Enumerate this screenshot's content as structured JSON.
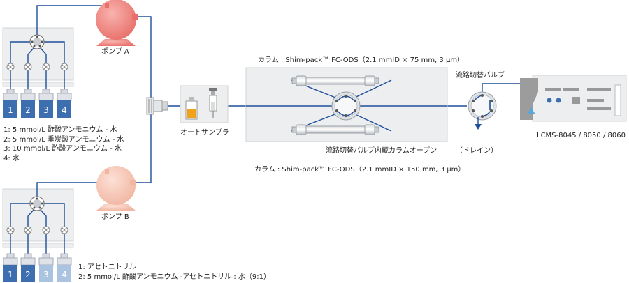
{
  "pump_a": {
    "label": "ポンプ A"
  },
  "pump_b": {
    "label": "ポンプ B"
  },
  "autosampler": {
    "label": "オートサンプラ"
  },
  "column_top": {
    "label": "カラム : Shim-pack™ FC-ODS（2.1 mmID × 75 mm, 3 μm）"
  },
  "column_bottom": {
    "label": "カラム : Shim-pack™ FC-ODS（2.1 mmID × 150 mm, 3 μm）"
  },
  "oven": {
    "label": "流路切替バルブ内蔵カラムオーブン"
  },
  "switch_valve": {
    "label": "流路切替バルブ"
  },
  "drain": {
    "label": "（ドレイン）"
  },
  "ms": {
    "label": "LCMS-8045 / 8050 / 8060"
  },
  "bottles_a": [
    "1",
    "2",
    "3",
    "4"
  ],
  "bottles_b": [
    "1",
    "2",
    "3",
    "4"
  ],
  "solvents_a": [
    "1: 5 mmol/L 酢酸アンモニウム - 水",
    "2: 5 mmol/L 重炭酸アンモニウム - 水",
    "3: 10 mmol/L 酢酸アンモニウム - 水",
    "4: 水"
  ],
  "solvents_b": [
    "1: アセトニトリル",
    "2: 5 mmol/L 酢酸アンモニウム -アセトニトリル : 水（9:1）"
  ],
  "colors": {
    "line": "#1f4e9a",
    "pump_a": "#f08a86",
    "pump_b": "#f6c3b3",
    "bottle_dark": "#3d6fb0",
    "bottle_light": "#a9c3e0",
    "panel": "#eceeef",
    "gray": "#999999",
    "accent": "#5aa7d8"
  }
}
